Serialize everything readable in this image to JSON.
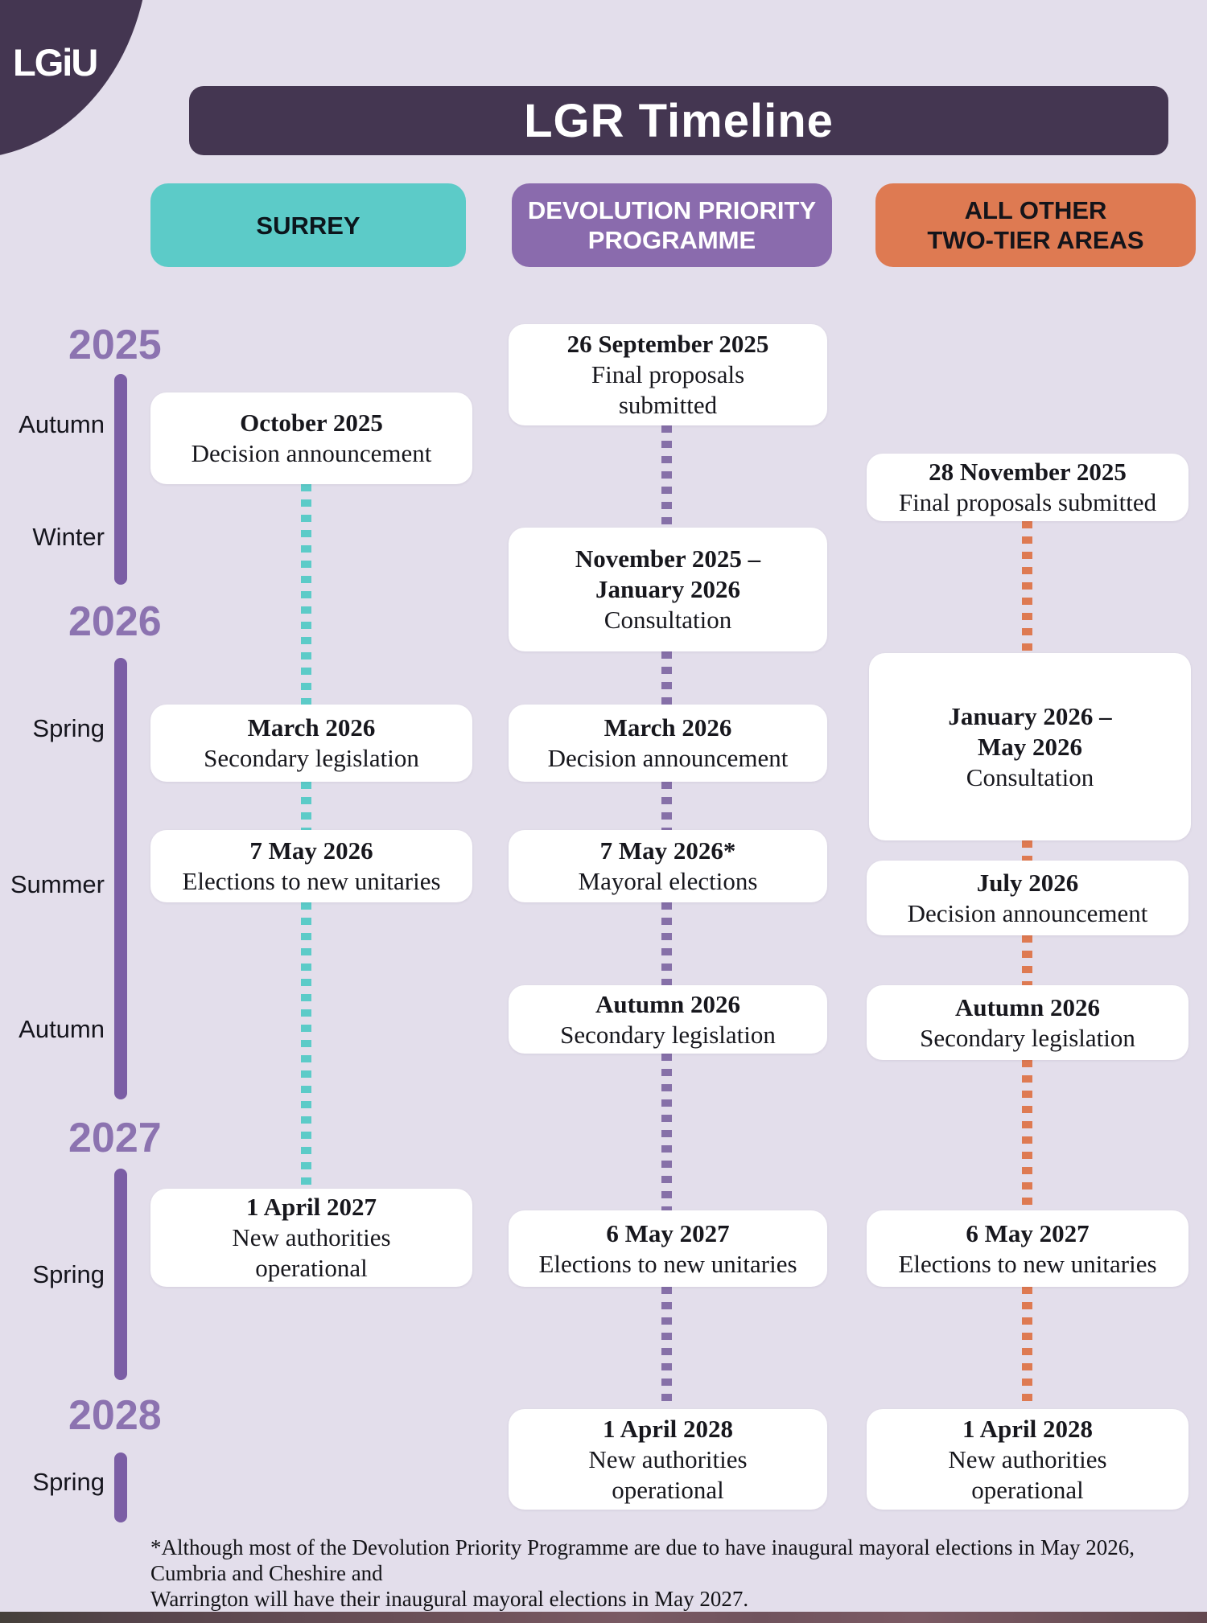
{
  "logo_text": "LGiU",
  "title": "LGR Timeline",
  "columns": [
    {
      "name": "surrey",
      "header_label": "SURREY",
      "accent_color": "#5CCBC8",
      "events": [
        {
          "date": "October 2025",
          "desc": "Decision announcement"
        },
        {
          "date": "March 2026",
          "desc": "Secondary legislation"
        },
        {
          "date": "7 May 2026",
          "desc": "Elections to new unitaries"
        },
        {
          "date": "1 April 2027",
          "desc": "New authorities\noperational"
        }
      ]
    },
    {
      "name": "devolution-priority-programme",
      "header_label": "DEVOLUTION PRIORITY\nPROGRAMME",
      "accent_color": "#8A6BAD",
      "events": [
        {
          "date": "26 September 2025",
          "desc": "Final proposals\nsubmitted"
        },
        {
          "date": "November 2025 –\nJanuary 2026",
          "desc": "Consultation"
        },
        {
          "date": "March 2026",
          "desc": "Decision announcement"
        },
        {
          "date": "7 May 2026*",
          "desc": "Mayoral elections"
        },
        {
          "date": "Autumn 2026",
          "desc": "Secondary legislation"
        },
        {
          "date": "6 May 2027",
          "desc": "Elections to new unitaries"
        },
        {
          "date": "1 April 2028",
          "desc": "New authorities\noperational"
        }
      ]
    },
    {
      "name": "all-other-two-tier-areas",
      "header_label": "ALL OTHER\nTWO-TIER AREAS",
      "accent_color": "#DE7A52",
      "events": [
        {
          "date": "28 November 2025",
          "desc": "Final proposals submitted"
        },
        {
          "date": "January 2026 –\nMay 2026",
          "desc": "Consultation"
        },
        {
          "date": "July 2026",
          "desc": "Decision announcement"
        },
        {
          "date": "Autumn 2026",
          "desc": "Secondary legislation"
        },
        {
          "date": "6 May 2027",
          "desc": "Elections to new unitaries"
        },
        {
          "date": "1 April 2028",
          "desc": "New authorities\noperational"
        }
      ]
    }
  ],
  "timeline": {
    "years": [
      "2025",
      "2026",
      "2027",
      "2028"
    ],
    "seasons": [
      "Autumn",
      "Winter",
      "Spring",
      "Summer",
      "Autumn",
      "Spring",
      "Spring"
    ]
  },
  "footnote": "*Although most of the Devolution Priority Programme are due to have inaugural mayoral elections in May 2026, Cumbria and Cheshire and\nWarrington will have their inaugural mayoral elections in May 2027.",
  "colors": {
    "background": "#E3DEEB",
    "dark_purple": "#443651",
    "axis_purple": "#7B5EA5",
    "year_label_purple": "#8C73B0",
    "teal": "#5CCBC8",
    "programme_purple": "#8A6BAD",
    "orange": "#DE7A52",
    "card_background": "#FFFFFF"
  }
}
